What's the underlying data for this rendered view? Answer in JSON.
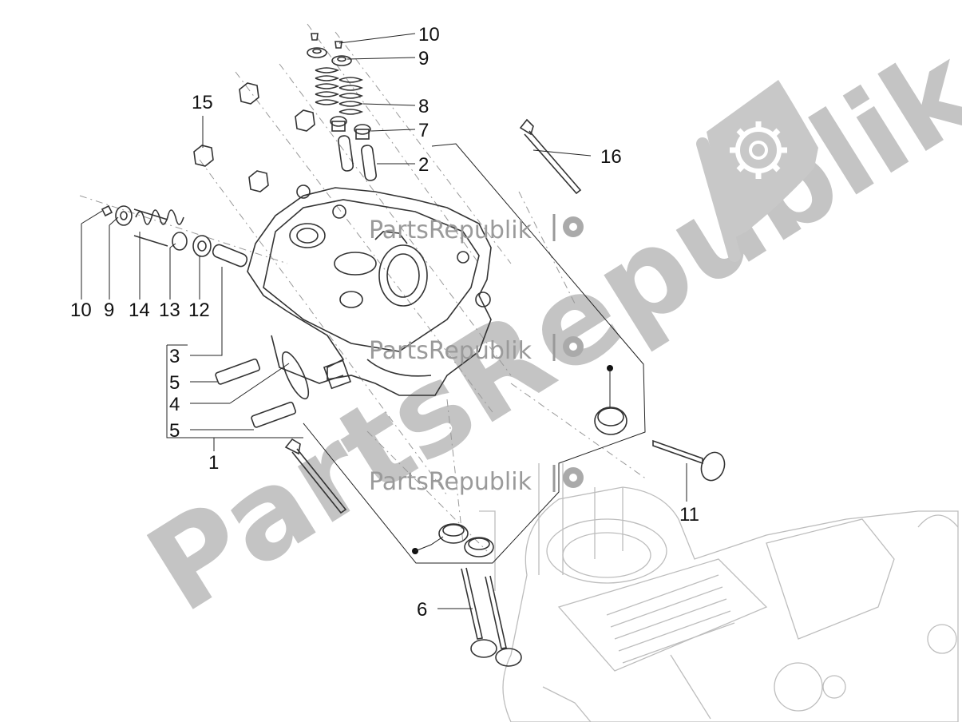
{
  "watermark": {
    "large_text": "PartsRepublik",
    "small_text": "PartsRepublik",
    "gear_icon": "gear-icon"
  },
  "callouts": {
    "c10_top": "10",
    "c9_top": "9",
    "c8": "8",
    "c7": "7",
    "c2": "2",
    "c16": "16",
    "c15": "15",
    "c10_left": "10",
    "c9_left": "9",
    "c14": "14",
    "c13": "13",
    "c12": "12",
    "c3": "3",
    "c5_a": "5",
    "c4": "4",
    "c5_b": "5",
    "c1": "1",
    "c11": "11",
    "c6": "6"
  },
  "colors": {
    "line": "#333333",
    "faint_engine": "#bdbdbd",
    "watermark": "#c4c4c4"
  }
}
